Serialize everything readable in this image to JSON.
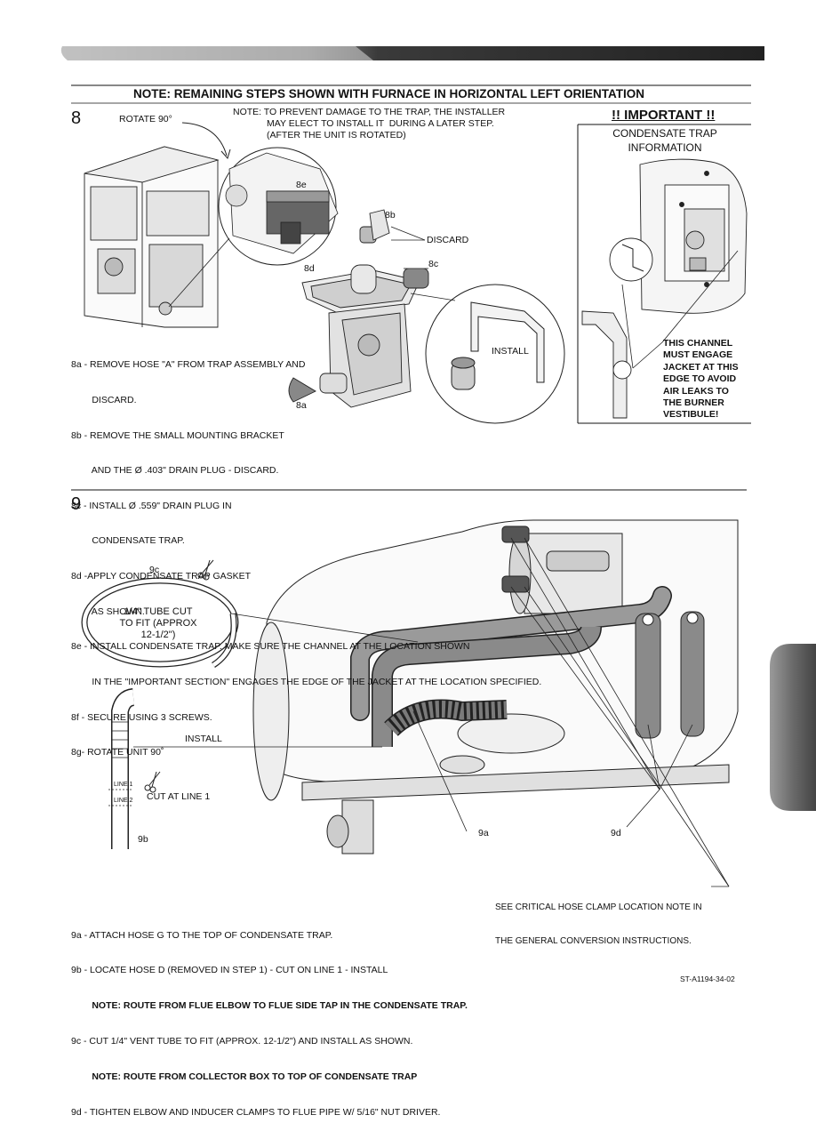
{
  "header_note": "NOTE: REMAINING STEPS SHOWN WITH FURNACE IN HORIZONTAL LEFT ORIENTATION",
  "step8": {
    "number": "8",
    "rotate_label": "ROTATE 90°",
    "note_lines": [
      "NOTE: TO PREVENT DAMAGE TO THE TRAP, THE INSTALLER",
      "MAY ELECT TO INSTALL IT  DURING A LATER STEP.",
      "(AFTER THE UNIT IS ROTATED)"
    ],
    "callouts": {
      "c8e": "8e",
      "c8b": "8b",
      "c8c": "8c",
      "c8d": "8d",
      "c8a": "8a",
      "discard": "DISCARD",
      "install": "INSTALL"
    },
    "important": {
      "title": "!! IMPORTANT !!",
      "subtitle_lines": [
        "CONDENSATE TRAP",
        "INFORMATION"
      ],
      "channel_note": [
        "THIS CHANNEL",
        "MUST ENGAGE",
        "JACKET AT THIS",
        "EDGE TO AVOID",
        "AIR LEAKS TO",
        "THE BURNER",
        "VESTIBULE!"
      ]
    },
    "instructions": [
      "8a - REMOVE HOSE \"A\" FROM TRAP ASSEMBLY AND",
      "        DISCARD.",
      "8b - REMOVE THE SMALL MOUNTING BRACKET",
      "        AND THE Ø .403\" DRAIN PLUG - DISCARD.",
      "8c - INSTALL Ø .559\" DRAIN PLUG IN",
      "        CONDENSATE TRAP.",
      "8d -APPLY CONDENSATE TRAP GASKET",
      "        AS SHOWN.",
      "8e - INSTALL CONDENSATE TRAP. MAKE SURE THE CHANNEL AT THE LOCATION SHOWN",
      "        IN THE \"IMPORTANT SECTION\" ENGAGES THE EDGE OF THE JACKET AT THE LOCATION SPECIFIED.",
      "8f - SECURE USING 3 SCREWS.",
      "8g- ROTATE UNIT 90˚"
    ]
  },
  "step9": {
    "number": "9",
    "callouts": {
      "c9c": "9c",
      "tube_cut": [
        "1/4\" TUBE CUT",
        "TO FIT (APPROX",
        "12-1/2\")"
      ],
      "install": "INSTALL",
      "cut_at_line": "CUT AT LINE 1",
      "c9b": "9b",
      "c9a": "9a",
      "c9d": "9d",
      "line1": "LINE 1",
      "line2": "LINE 2"
    },
    "critical_note": [
      "SEE CRITICAL HOSE CLAMP LOCATION NOTE IN",
      "THE GENERAL CONVERSION INSTRUCTIONS."
    ],
    "instructions": [
      {
        "text": "9a - ATTACH HOSE G TO THE TOP OF CONDENSATE TRAP.",
        "bold": false
      },
      {
        "text": "9b - LOCATE HOSE D (REMOVED IN STEP 1) - CUT ON LINE 1 - INSTALL",
        "bold": false
      },
      {
        "text": "        NOTE: ROUTE FROM FLUE ELBOW TO FLUE SIDE TAP IN THE CONDENSATE TRAP.",
        "bold": true
      },
      {
        "text": "9c - CUT 1/4\" VENT TUBE TO FIT (APPROX. 12-1/2\") AND INSTALL AS SHOWN.",
        "bold": false
      },
      {
        "text": "        NOTE: ROUTE FROM COLLECTOR BOX TO TOP OF CONDENSATE TRAP",
        "bold": true
      },
      {
        "text": "9d - TIGHTEN ELBOW AND INDUCER CLAMPS TO FLUE PIPE W/ 5/16\" NUT DRIVER.",
        "bold": false
      }
    ]
  },
  "doc_code": "ST-A1194-34-02"
}
